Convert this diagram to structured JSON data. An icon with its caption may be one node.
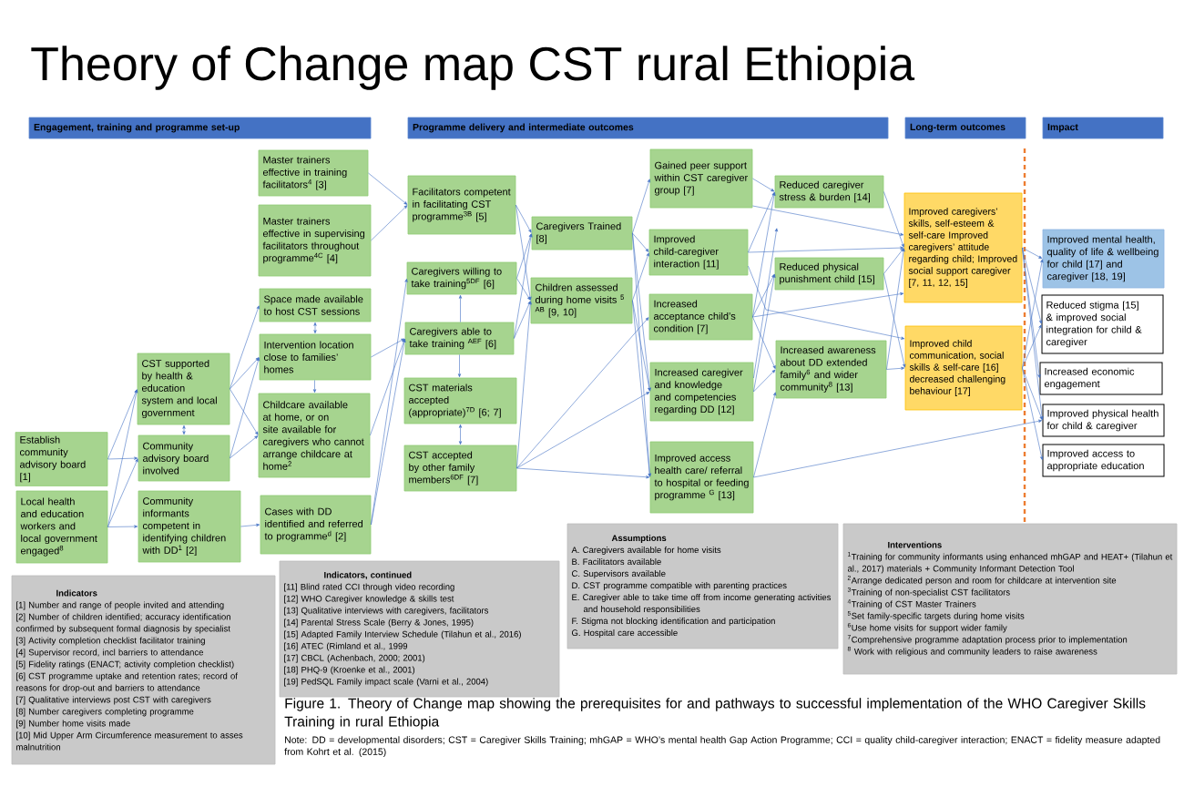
{
  "diagram": {
    "title": "Theory of Change map CST rural Ethiopia",
    "caption": "Figure 1. Theory of Change map showing the prerequisites for and pathways to successful implementation of the WHO Caregiver Skills Training in rural Ethiopia",
    "nodes": [
      {
        "text": [
          "Engagement, training and programme set-up"
        ]
      },
      {
        "text": [
          "Programme delivery and intermediate outcomes"
        ]
      },
      {
        "text": [
          "Long-term outcomes"
        ]
      },
      {
        "text": [
          "Impact"
        ]
      },
      {
        "text": [
          "Establish community advisory board [1]"
        ]
      },
      {
        "text": [
          "Local health and education workers and local government engaged$^{8}$"
        ]
      },
      {
        "text": [
          "CST supported by health & education system and local government"
        ]
      },
      {
        "text": [
          "Community advisory board involved"
        ]
      },
      {
        "text": [
          "Community informants competent in identifying children with DD$^{1}$ [2]"
        ]
      },
      {
        "text": [
          "Master trainers effective in training facilitators$^{4}$ [3]"
        ]
      },
      {
        "text": [
          "Master trainers effective in supervising facilitators throughout programme$^{4C}$ [4]"
        ]
      },
      {
        "text": [
          "Space made available to host CST sessions"
        ]
      },
      {
        "text": [
          "Intervention location close to families’ homes"
        ]
      },
      {
        "text": [
          "Childcare available at home, or on site available for caregivers who cannot arrange childcare at home$^{2}$"
        ]
      },
      {
        "text": [
          "Cases with DD identified and referred to programme$^{d}$ [2]"
        ]
      },
      {
        "text": [
          "Facilitators competent in facilitating CST programme$^{3B}$ [5]"
        ]
      },
      {
        "text": [
          "Caregivers willing to take training$^{5DF}$ [6]"
        ]
      },
      {
        "text": [
          "Caregivers able to take training $^{AEF}$ [6]"
        ]
      },
      {
        "text": [
          "CST materials accepted (appropriate)$^{7D}$ [6; 7]"
        ]
      },
      {
        "text": [
          "CST accepted by other family members$^{6DF}$ [7]"
        ]
      },
      {
        "text": [
          "Caregivers Trained [8]"
        ]
      },
      {
        "text": [
          "Children assessed during home visits $^{5}$ $^{AB}$ [9, 10]"
        ]
      },
      {
        "text": [
          "Gained peer support within CST caregiver group [7]"
        ]
      },
      {
        "text": [
          "Improved child-caregiver interaction [11]"
        ]
      },
      {
        "text": [
          "Increased acceptance child’s condition [7]"
        ]
      },
      {
        "text": [
          "Increased caregiver and knowledge and competencies regarding DD [12]"
        ]
      },
      {
        "text": [
          "Improved access health care/ referral to hospital or feeding programme $^{G}$ [13]"
        ]
      },
      {
        "text": [
          "Reduced caregiver stress & burden [14]"
        ]
      },
      {
        "text": [
          "Reduced physical punishment child [15]"
        ]
      },
      {
        "text": [
          "Increased awareness about DD extended family$^{6}$ and wider community$^{8}$ [13]"
        ]
      },
      {
        "text": [
          "Improved caregivers’ skills, self-esteem & self-care Improved caregivers’ attitude regarding child; Improved social support caregiver [7, 11, 12, 15]"
        ]
      },
      {
        "text": [
          "Improved child communication, social skills & self-care [16] decreased challenging behaviour [17]"
        ]
      },
      {
        "text": [
          "Improved mental health, quality of life & wellbeing for child [17] and caregiver [18, 19]"
        ]
      },
      {
        "text": [
          "Reduced stigma [15] & improved social integration for child & caregiver"
        ]
      },
      {
        "text": [
          "Increased economic engagement"
        ]
      },
      {
        "text": [
          "Improved physical health for child & caregiver"
        ]
      },
      {
        "text": [
          "Improved access to appropriate education"
        ]
      },
      {
        "text": [
          "Indicators",
          "[1] Number and range of people invited and attending",
          "[2] Number of children identified; accuracy identification confirmed by subsequent formal diagnosis by specialist",
          "[3] Activity completion checklist facilitator training",
          "[4] Supervisor record, incl barriers to attendance",
          "[5] Fidelity ratings (ENACT; activity completion checklist)",
          "[6] CST programme uptake and retention rates; record of reasons for drop-out and barriers to attendance",
          "[7] Qualitative interviews post CST with caregivers",
          "[8] Number caregivers completing programme",
          "[9] Number home visits made",
          "[10] Mid Upper Arm Circumference measurement to asses malnutrition"
        ]
      },
      {
        "text": [
          "Indicators, continued",
          "[11] Blind rated CCI through video recording",
          "[12] WHO Caregiver knowledge & skills test",
          "[13] Qualitative interviews with caregivers, facilitators",
          "[14] Parental Stress Scale (Berry & Jones, 1995)",
          "[15] Adapted Family Interview Schedule (Tilahun et al., 2016)",
          "[16] ATEC (Rimland et al., 1999",
          "[17] CBCL (Achenbach, 2000; 2001)",
          "[18] PHQ-9 (Kroenke et al., 2001)",
          "[19] PedSQL Family impact scale (Varni et al., 2004)"
        ]
      },
      {
        "text": [
          "Assumptions",
          "A. Caregivers available for home visits",
          "B. Facilitators available",
          "C. Supervisors available",
          "D. CST programme compatible with parenting practices",
          "E. Caregiver able to take time off from income generating activities and household responsibilities",
          "F. Stigma not blocking identification and participation",
          "G. Hospital care accessible"
        ]
      },
      {
        "text": [
          "Interventions",
          "$^{1}$Training for community informants using enhanced mhGAP and HEAT+ (Tilahun et al., 2017) materials + Community Informant Detection Tool",
          "$^{2}$Arrange dedicated person and room for childcare at intervention site",
          "$^{3}$Training of non-specialist CST facilitators",
          "$^{4}$Training of CST Master Trainers",
          "$^{5}$Set family-specific targets during home visits",
          "$^{6}$Use home visits for support wider family",
          "$^{7}$Comprehensive programme adaptation process prior to implementation",
          "$^{8}$ Work with religious and community leaders to raise awareness"
        ]
      }
    ],
    "edges": [
      {
        "from": 4,
        "to": 6,
        "arrow": "to"
      },
      {
        "from": 4,
        "to": 7,
        "arrow": "to"
      },
      {
        "from": 5,
        "to": 6,
        "arrow": "to"
      },
      {
        "from": 5,
        "to": 7,
        "arrow": "to"
      },
      {
        "from": 5,
        "to": 8,
        "arrow": "to"
      },
      {
        "from": 6,
        "to": 7,
        "arrow": "both"
      },
      {
        "from": 6,
        "to": 11,
        "arrow": "to"
      },
      {
        "from": 6,
        "to": 12,
        "arrow": "to"
      },
      {
        "from": 6,
        "to": 13,
        "arrow": "to"
      },
      {
        "from": 7,
        "to": 12,
        "arrow": "to"
      },
      {
        "from": 7,
        "to": 13,
        "arrow": "to"
      },
      {
        "from": 11,
        "to": 12,
        "arrow": "both"
      },
      {
        "from": 12,
        "to": 13,
        "arrow": "to"
      },
      {
        "from": 8,
        "to": 14,
        "arrow": "to"
      },
      {
        "from": 9,
        "to": 15,
        "arrow": "to"
      },
      {
        "from": 10,
        "to": 15,
        "arrow": "to"
      },
      {
        "from": 12,
        "to": 17,
        "arrow": "to"
      },
      {
        "from": 13,
        "to": 17,
        "arrow": "to"
      },
      {
        "from": 14,
        "to": 16,
        "arrow": "to"
      },
      {
        "from": 14,
        "to": 17,
        "arrow": "to"
      },
      {
        "from": 15,
        "to": 20,
        "arrow": "to"
      },
      {
        "from": 15,
        "to": 21,
        "arrow": "to"
      },
      {
        "from": 16,
        "to": 20,
        "arrow": "to"
      },
      {
        "from": 16,
        "to": 21,
        "arrow": "to"
      },
      {
        "from": 17,
        "to": 20,
        "arrow": "to"
      },
      {
        "from": 17,
        "to": 21,
        "arrow": "to"
      },
      {
        "from": 17,
        "to": 16,
        "arrow": "to"
      },
      {
        "from": 17,
        "to": 18,
        "arrow": "to"
      },
      {
        "from": 18,
        "to": 19,
        "arrow": "both"
      },
      {
        "from": 19,
        "to": 21,
        "arrow": "to"
      },
      {
        "from": 19,
        "to": 24,
        "arrow": "to"
      },
      {
        "from": 19,
        "to": 25,
        "arrow": "to"
      },
      {
        "from": 19,
        "to": 26,
        "arrow": "to"
      },
      {
        "from": 20,
        "to": 22,
        "arrow": "to"
      },
      {
        "from": 20,
        "to": 23,
        "arrow": "to"
      },
      {
        "from": 20,
        "to": 25,
        "arrow": "to"
      },
      {
        "from": 20,
        "to": 26,
        "arrow": "to"
      },
      {
        "from": 21,
        "to": 23,
        "arrow": "to"
      },
      {
        "from": 21,
        "to": 25,
        "arrow": "to"
      },
      {
        "from": 21,
        "to": 26,
        "arrow": "to"
      },
      {
        "from": 22,
        "to": 27,
        "arrow": "to"
      },
      {
        "from": 22,
        "to": 30,
        "arrow": "to"
      },
      {
        "from": 23,
        "to": 27,
        "arrow": "to"
      },
      {
        "from": 23,
        "to": 30,
        "arrow": "to"
      },
      {
        "from": 23,
        "to": 31,
        "arrow": "to"
      },
      {
        "from": 24,
        "to": 27,
        "arrow": "to"
      },
      {
        "from": 24,
        "to": 28,
        "arrow": "to"
      },
      {
        "from": 24,
        "to": 30,
        "arrow": "to"
      },
      {
        "from": 24,
        "to": 29,
        "arrow": "to"
      },
      {
        "from": 25,
        "to": 28,
        "arrow": "to"
      },
      {
        "from": 25,
        "to": null,
        "arrow": "to"
      },
      {
        "from": 25,
        "to": 29,
        "arrow": "to"
      },
      {
        "from": 26,
        "to": 29,
        "arrow": "to"
      },
      {
        "from": 26,
        "to": 35,
        "arrow": "to"
      },
      {
        "from": 27,
        "to": 30,
        "arrow": "to"
      },
      {
        "from": 28,
        "to": 30,
        "arrow": "to"
      },
      {
        "from": 28,
        "to": 31,
        "arrow": "to"
      },
      {
        "from": 29,
        "to": 30,
        "arrow": "to"
      },
      {
        "from": 29,
        "to": 31,
        "arrow": "to"
      },
      {
        "from": 30,
        "to": 32,
        "arrow": "to"
      },
      {
        "from": 30,
        "to": 33,
        "arrow": "to"
      },
      {
        "from": 30,
        "to": 34,
        "arrow": "to"
      },
      {
        "from": 30,
        "to": 35,
        "arrow": "to"
      },
      {
        "from": 31,
        "to": 32,
        "arrow": "to"
      },
      {
        "from": 31,
        "to": 33,
        "arrow": "to"
      },
      {
        "from": 31,
        "to": 35,
        "arrow": "to"
      },
      {
        "from": 31,
        "to": 36,
        "arrow": "to"
      }
    ],
    "labels": [
      "Note: DD = developmental disorders; CST = Caregiver Skills Training; mhGAP = WHO’s mental health Gap Action Programme; CCI = quality child-caregiver interaction; ENACT = fidelity measure adapted from Kohrt et al. (2015)"
    ]
  }
}
